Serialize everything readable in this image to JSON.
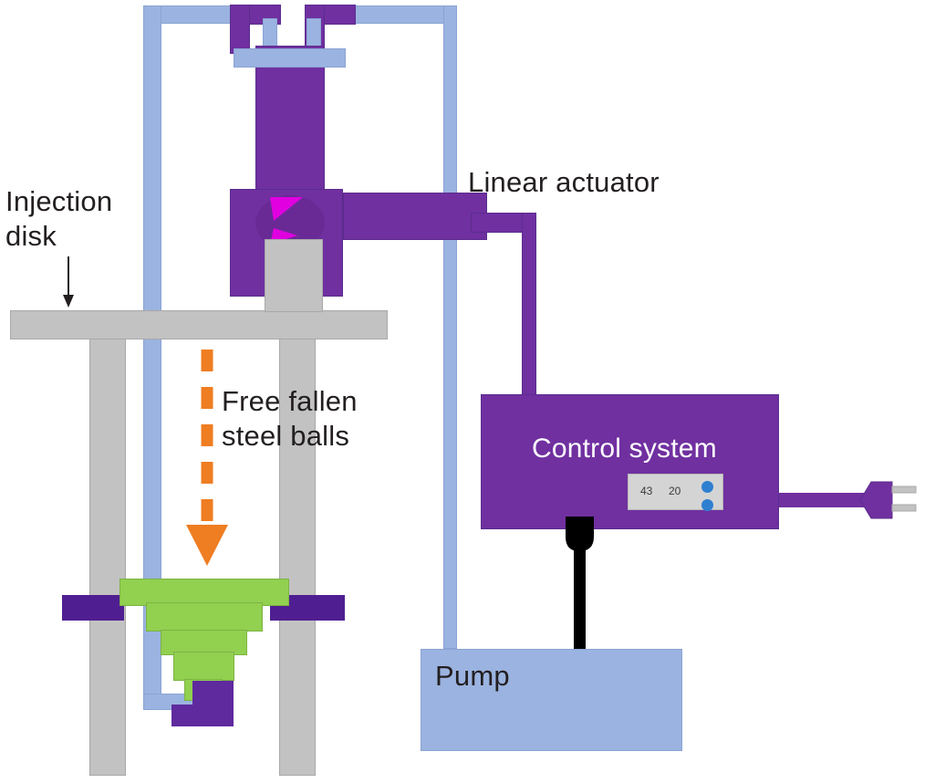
{
  "diagram": {
    "title": "Free-fall steel ball impact test apparatus schematic",
    "background": "#ffffff"
  },
  "colors": {
    "purple": "#7030a0",
    "purple_dark": "#5b2d8e",
    "purple_deep": "#4f1f91",
    "magenta": "#e000e0",
    "green": "#92d050",
    "green_edge": "#7cb342",
    "light_blue": "#9bb3e0",
    "light_blue_edge": "#8aa3d4",
    "gray": "#c2c2c2",
    "gray_edge": "#a8a8a8",
    "orange": "#ef7d22",
    "black": "#000000",
    "text": "#231f20",
    "text_white": "#ffffff"
  },
  "labels": {
    "injection_disk": "Injection\ndisk",
    "linear_actuator": "Linear actuator",
    "free_fallen_steel_balls": "Free fallen\nsteel balls",
    "control_system": "Control system",
    "pump": "Pump"
  },
  "control_panel": {
    "value_left": "43",
    "value_right": "20",
    "button_count": 2,
    "button_color": "#2f7fd1"
  },
  "components": [
    {
      "name": "frame-column-left",
      "type": "gray-leg"
    },
    {
      "name": "frame-column-right",
      "type": "gray-leg"
    },
    {
      "name": "injection-disk-plate",
      "type": "gray-plate"
    },
    {
      "name": "actuator-cylinder",
      "type": "purple-body"
    },
    {
      "name": "linear-actuator-arm",
      "type": "purple-arm"
    },
    {
      "name": "specimen-stack",
      "type": "green-tiers"
    },
    {
      "name": "control-system-box",
      "type": "purple-box"
    },
    {
      "name": "pump-tank",
      "type": "blue-box"
    },
    {
      "name": "power-plug",
      "type": "purple-plug"
    },
    {
      "name": "water-pipe-loop",
      "type": "light-blue-pipe"
    },
    {
      "name": "signal-cable",
      "type": "purple-cable"
    },
    {
      "name": "pump-cable",
      "type": "black-cable"
    }
  ]
}
